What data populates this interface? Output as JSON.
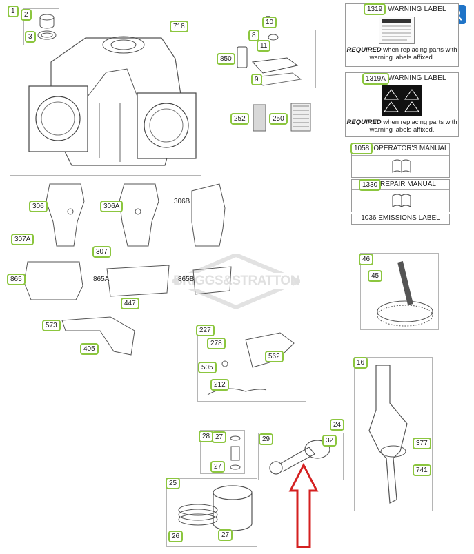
{
  "parts": {
    "p1": "1",
    "p2": "2",
    "p3": "3",
    "p718": "718",
    "p10": "10",
    "p8": "8",
    "p11": "11",
    "p850": "850",
    "p9": "9",
    "p252": "252",
    "p250": "250",
    "p306": "306",
    "p306a": "306A",
    "p306b": "306B",
    "p307a": "307A",
    "p307": "307",
    "p865": "865",
    "p865a": "865A",
    "p865b": "865B",
    "p447": "447",
    "p573": "573",
    "p405": "405",
    "p227": "227",
    "p278": "278",
    "p562": "562",
    "p505": "505",
    "p212": "212",
    "p46": "46",
    "p45": "45",
    "p16": "16",
    "p377": "377",
    "p741": "741",
    "p24": "24",
    "p28": "28",
    "p27a": "27",
    "p27b": "27",
    "p29": "29",
    "p32": "32",
    "p25": "25",
    "p26": "26",
    "p27c": "27"
  },
  "warnings": {
    "w1319": {
      "num": "1319",
      "title": "WARNING LABEL",
      "required": "REQUIRED",
      "rest": "when replacing parts with warning labels affixed."
    },
    "w1319a": {
      "num": "1319A",
      "title": "WARNING LABEL",
      "required": "REQUIRED",
      "rest": "when replacing parts with warning labels affixed."
    }
  },
  "manuals": {
    "m1058": {
      "num": "1058",
      "title": "OPERATOR'S MANUAL"
    },
    "m1330": {
      "num": "1330",
      "title": "REPAIR MANUAL"
    },
    "m1036": {
      "title": "1036 EMISSIONS LABEL"
    }
  },
  "watermark": "BRIGGS&STRATTON",
  "zoom": {
    "out": "zoom-out",
    "in": "zoom-in"
  },
  "colors": {
    "accent": "#8cc63f",
    "zoom": "#1f74c8",
    "arrow": "#d42020"
  }
}
